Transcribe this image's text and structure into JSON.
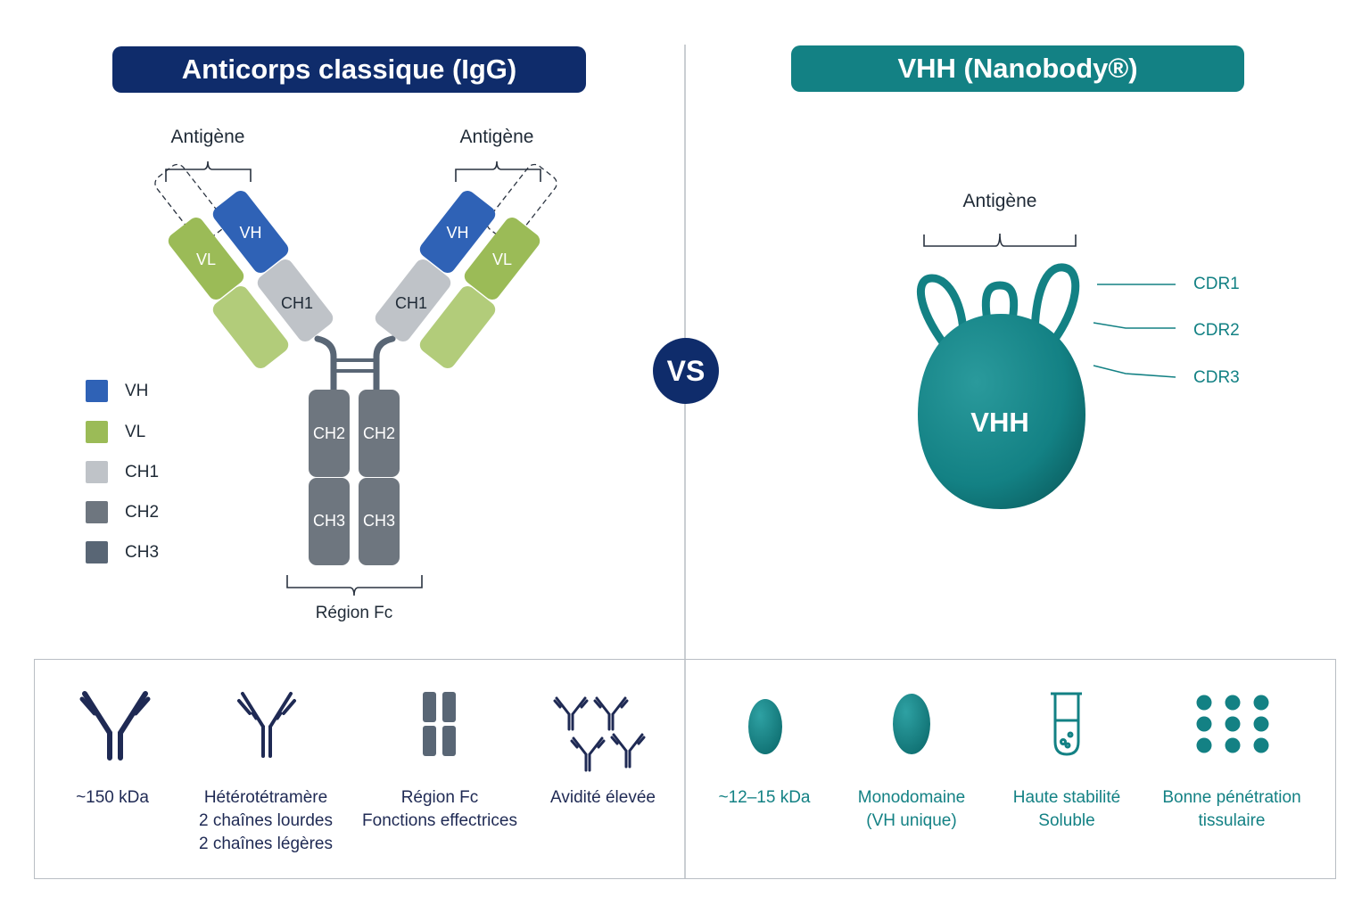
{
  "left_panel": {
    "title": "Anticorps classique (IgG)",
    "antigen_left": "Antigène",
    "antigen_right": "Antigène",
    "domains": {
      "vh": "VH",
      "vl": "VL",
      "ch1": "CH1",
      "ch2": "CH2",
      "ch3": "CH3"
    },
    "fc_region_label": "Région Fc",
    "legend": [
      {
        "label": "VH",
        "color": "#2f62b6"
      },
      {
        "label": "VL",
        "color": "#9bbb57"
      },
      {
        "label": "CH1",
        "color": "#bfc3c8"
      },
      {
        "label": "CH2",
        "color": "#6e767f"
      },
      {
        "label": "CH3",
        "color": "#596675"
      }
    ]
  },
  "vs_label": "VS",
  "right_panel": {
    "title": "VHH (Nanobody®)",
    "antigen": "Antigène",
    "vhh_label": "VHH",
    "cdrs": [
      "CDR1",
      "CDR2",
      "CDR3"
    ]
  },
  "features_igg": [
    {
      "icon": "igg-antibody-icon",
      "lines": [
        "~150 kDa"
      ]
    },
    {
      "icon": "heterotetramer-icon",
      "lines": [
        "Hétérotétramère",
        "2 chaînes lourdes",
        "2 chaînes légères"
      ]
    },
    {
      "icon": "fc-region-icon",
      "lines": [
        "Région Fc",
        "Fonctions effectrices"
      ]
    },
    {
      "icon": "multiple-antibodies-icon",
      "lines": [
        "Avidité élevée"
      ]
    }
  ],
  "features_vhh": [
    {
      "icon": "small-vhh-icon",
      "lines": [
        "~12–15 kDa"
      ]
    },
    {
      "icon": "single-domain-icon",
      "lines": [
        "Monodomaine",
        "(VH unique)"
      ]
    },
    {
      "icon": "test-tube-icon",
      "lines": [
        "Haute stabilité",
        "Soluble"
      ]
    },
    {
      "icon": "dots-grid-icon",
      "lines": [
        "Bonne pénétration",
        "tissulaire"
      ]
    }
  ],
  "colors": {
    "navy": "#0f2c6b",
    "teal": "#138184",
    "vh_blue": "#2f62b6",
    "vl_green": "#9bbb57",
    "ch1_gray": "#bfc3c8",
    "ch2_gray": "#6e767f",
    "ch3_gray": "#596675"
  }
}
